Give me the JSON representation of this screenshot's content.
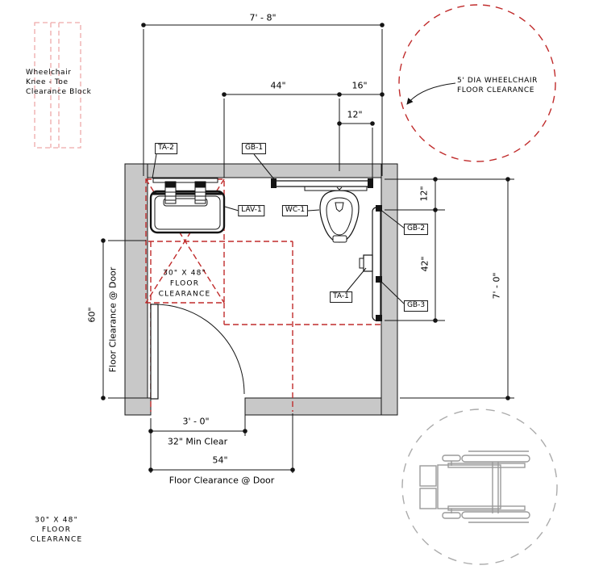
{
  "drawing": {
    "knee_toe_block": {
      "lines": [
        "Wheelchair",
        "Knee - Toe",
        "Clearance Block"
      ]
    },
    "wheelchair_circle_note": {
      "lines": [
        "5' DIA WHEELCHAIR",
        "FLOOR CLEARANCE"
      ]
    },
    "clearance_room": {
      "lines": [
        "30\" X 48\"",
        "FLOOR",
        "CLEARANCE"
      ]
    },
    "clearance_block_detail": {
      "lines": [
        "30\" X 48\"",
        "FLOOR",
        "CLEARANCE"
      ]
    },
    "tags": {
      "ta2": "TA-2",
      "gb1": "GB-1",
      "lav1": "LAV-1",
      "wc1": "WC-1",
      "gb2": "GB-2",
      "gb3": "GB-3",
      "ta1": "TA-1"
    },
    "dims": {
      "room_width": "7' - 8\"",
      "gb1_length": "44\"",
      "wc_to_wall": "16\"",
      "gb1_past_wc": "12\"",
      "side_gb_offset": "12\"",
      "side_gb_length": "42\"",
      "room_depth": "7' - 0\"",
      "door_clear_depth": "60\"",
      "door_clear_side_label": "Floor Clearance @ Door",
      "door_width": "3' - 0\"",
      "door_min_clear": "32\" Min Clear",
      "door_clear_width": "54\"",
      "door_clear_bottom_label": "Floor Clearance @ Door"
    },
    "colors": {
      "clearance_red": "#C02B2B",
      "block_pink": "#EFA9A9",
      "wall_gray": "#C8C8C8",
      "ghost_gray": "#ABABAB"
    }
  }
}
